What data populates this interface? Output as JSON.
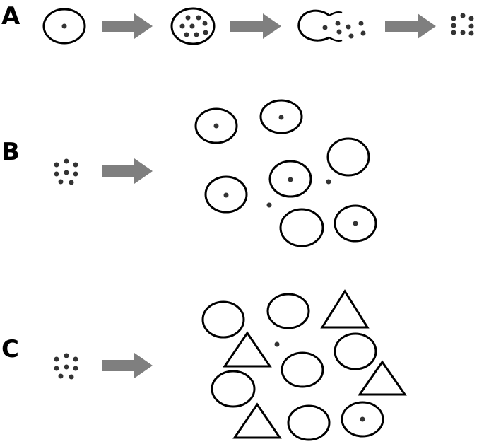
{
  "panels": {
    "a": {
      "label": "A"
    },
    "b": {
      "label": "B"
    },
    "c": {
      "label": "C"
    }
  },
  "colors": {
    "outline": "#000000",
    "dot": "#333333",
    "arrow": "#7f7f7f",
    "background": "#ffffff"
  },
  "icons": [
    "cell-icon",
    "infected-cell-icon",
    "virus-particle-cluster-icon",
    "arrow-right-icon",
    "triangle-cell-icon"
  ]
}
